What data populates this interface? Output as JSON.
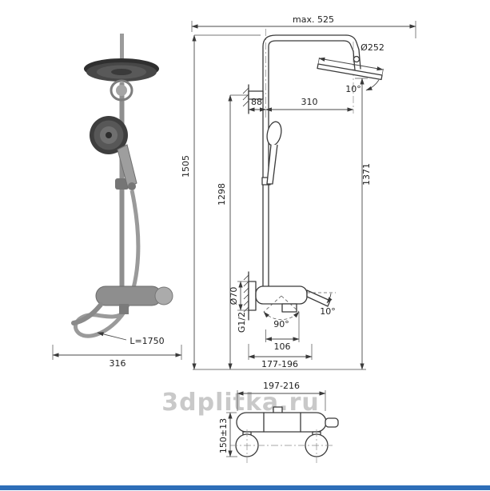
{
  "watermark": "3dplitka.ru",
  "colors": {
    "accent_bar": "#2e6eb8",
    "drawing_line": "#3a3a3a",
    "watermark_gray": "#c9c9c9"
  },
  "left_view": {
    "overall_width": "316",
    "hose_length": "L=1750"
  },
  "side_view": {
    "max_depth": "max. 525",
    "head_diameter": "Ø252",
    "head_tilt": "10°",
    "wall_to_riser": "88",
    "riser_to_head": "310",
    "total_height": "1505",
    "riser_height": "1298",
    "head_height": "1371",
    "escutcheon_diameter": "Ø70",
    "thread_size": "G1/2",
    "handle_swing": "90°",
    "handle_tilt": "10°",
    "spout_reach": "106",
    "wall_to_front": "177-196"
  },
  "front_view": {
    "overall_width": "197-216",
    "connection_spacing": "150±13"
  }
}
